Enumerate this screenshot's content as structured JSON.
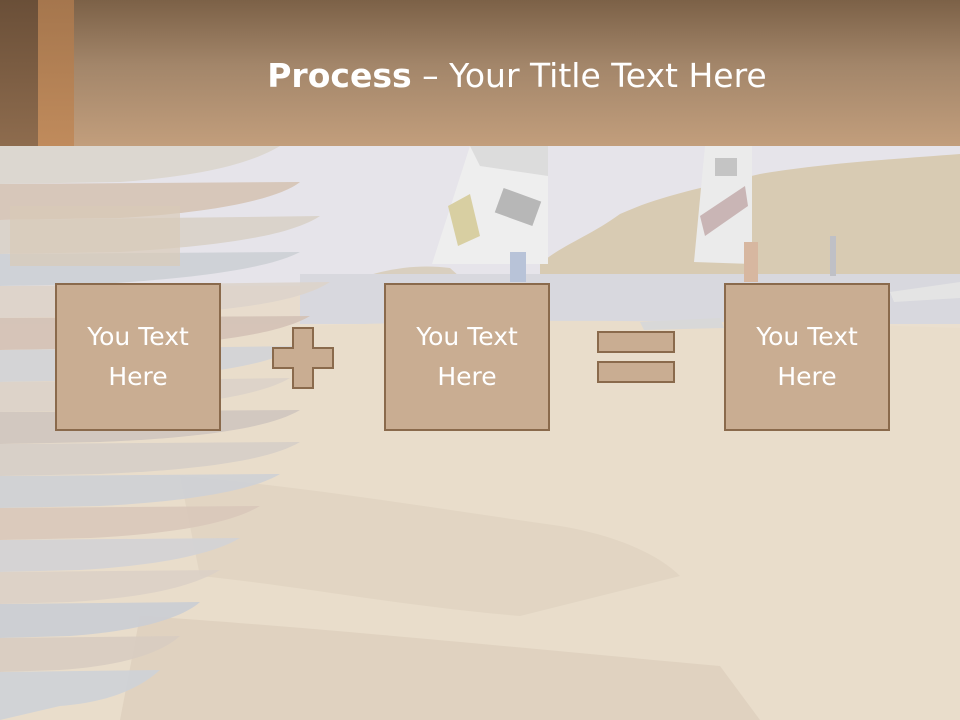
{
  "title": {
    "bold": "Process",
    "rest": " – Your Title Text Here"
  },
  "process": {
    "boxes": [
      {
        "text": "You Text Here"
      },
      {
        "text": "You Text Here"
      },
      {
        "text": "You Text Here"
      }
    ],
    "operators": [
      "plus-icon",
      "equals-icon"
    ]
  },
  "colors": {
    "title_band": "#a3866a",
    "box_fill": "#c9ad92",
    "box_border": "#8a6a4c",
    "text": "#ffffff"
  }
}
